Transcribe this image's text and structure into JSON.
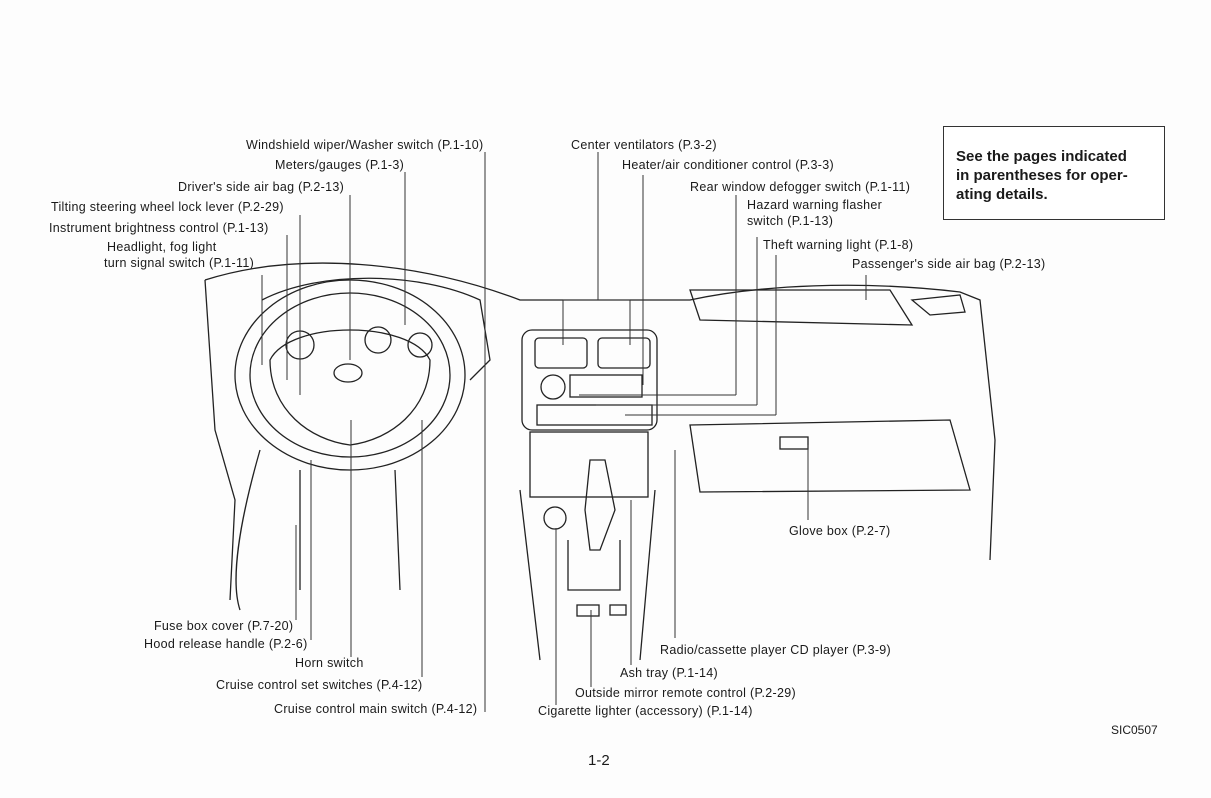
{
  "note": "See the pages indicated in parentheses for operating details.",
  "note_lines": [
    "See the pages indicated",
    "in parentheses for oper-",
    "ating details."
  ],
  "labels": {
    "wiper": "Windshield wiper/Washer switch (P.1-10)",
    "meters": "Meters/gauges (P.1-3)",
    "driver_airbag": "Driver's side air bag (P.2-13)",
    "tilt_lever": "Tilting steering wheel lock lever (P.2-29)",
    "brightness": "Instrument brightness control (P.1-13)",
    "headlight_1": "Headlight, fog light",
    "headlight_2": "turn signal switch (P.1-11)",
    "center_vents": "Center ventilators (P.3-2)",
    "heater": "Heater/air conditioner control (P.3-3)",
    "defogger": "Rear window defogger switch (P.1-11)",
    "hazard_1": "Hazard warning flasher",
    "hazard_2": "switch (P.1-13)",
    "theft": "Theft warning light (P.1-8)",
    "passenger_airbag": "Passenger's side air bag (P.2-13)",
    "glove_box": "Glove box (P.2-7)",
    "fuse_box": "Fuse box cover (P.7-20)",
    "hood_release": "Hood release handle (P.2-6)",
    "horn": "Horn switch",
    "cruise_set": "Cruise control set switches (P.4-12)",
    "cruise_main": "Cruise control main switch (P.4-12)",
    "radio": "Radio/cassette player CD player (P.3-9)",
    "ash_tray": "Ash tray (P.1-14)",
    "mirror": "Outside mirror remote control (P.2-29)",
    "lighter": "Cigarette lighter (accessory) (P.1-14)"
  },
  "figure_code": "SIC0507",
  "page_number": "1-2"
}
